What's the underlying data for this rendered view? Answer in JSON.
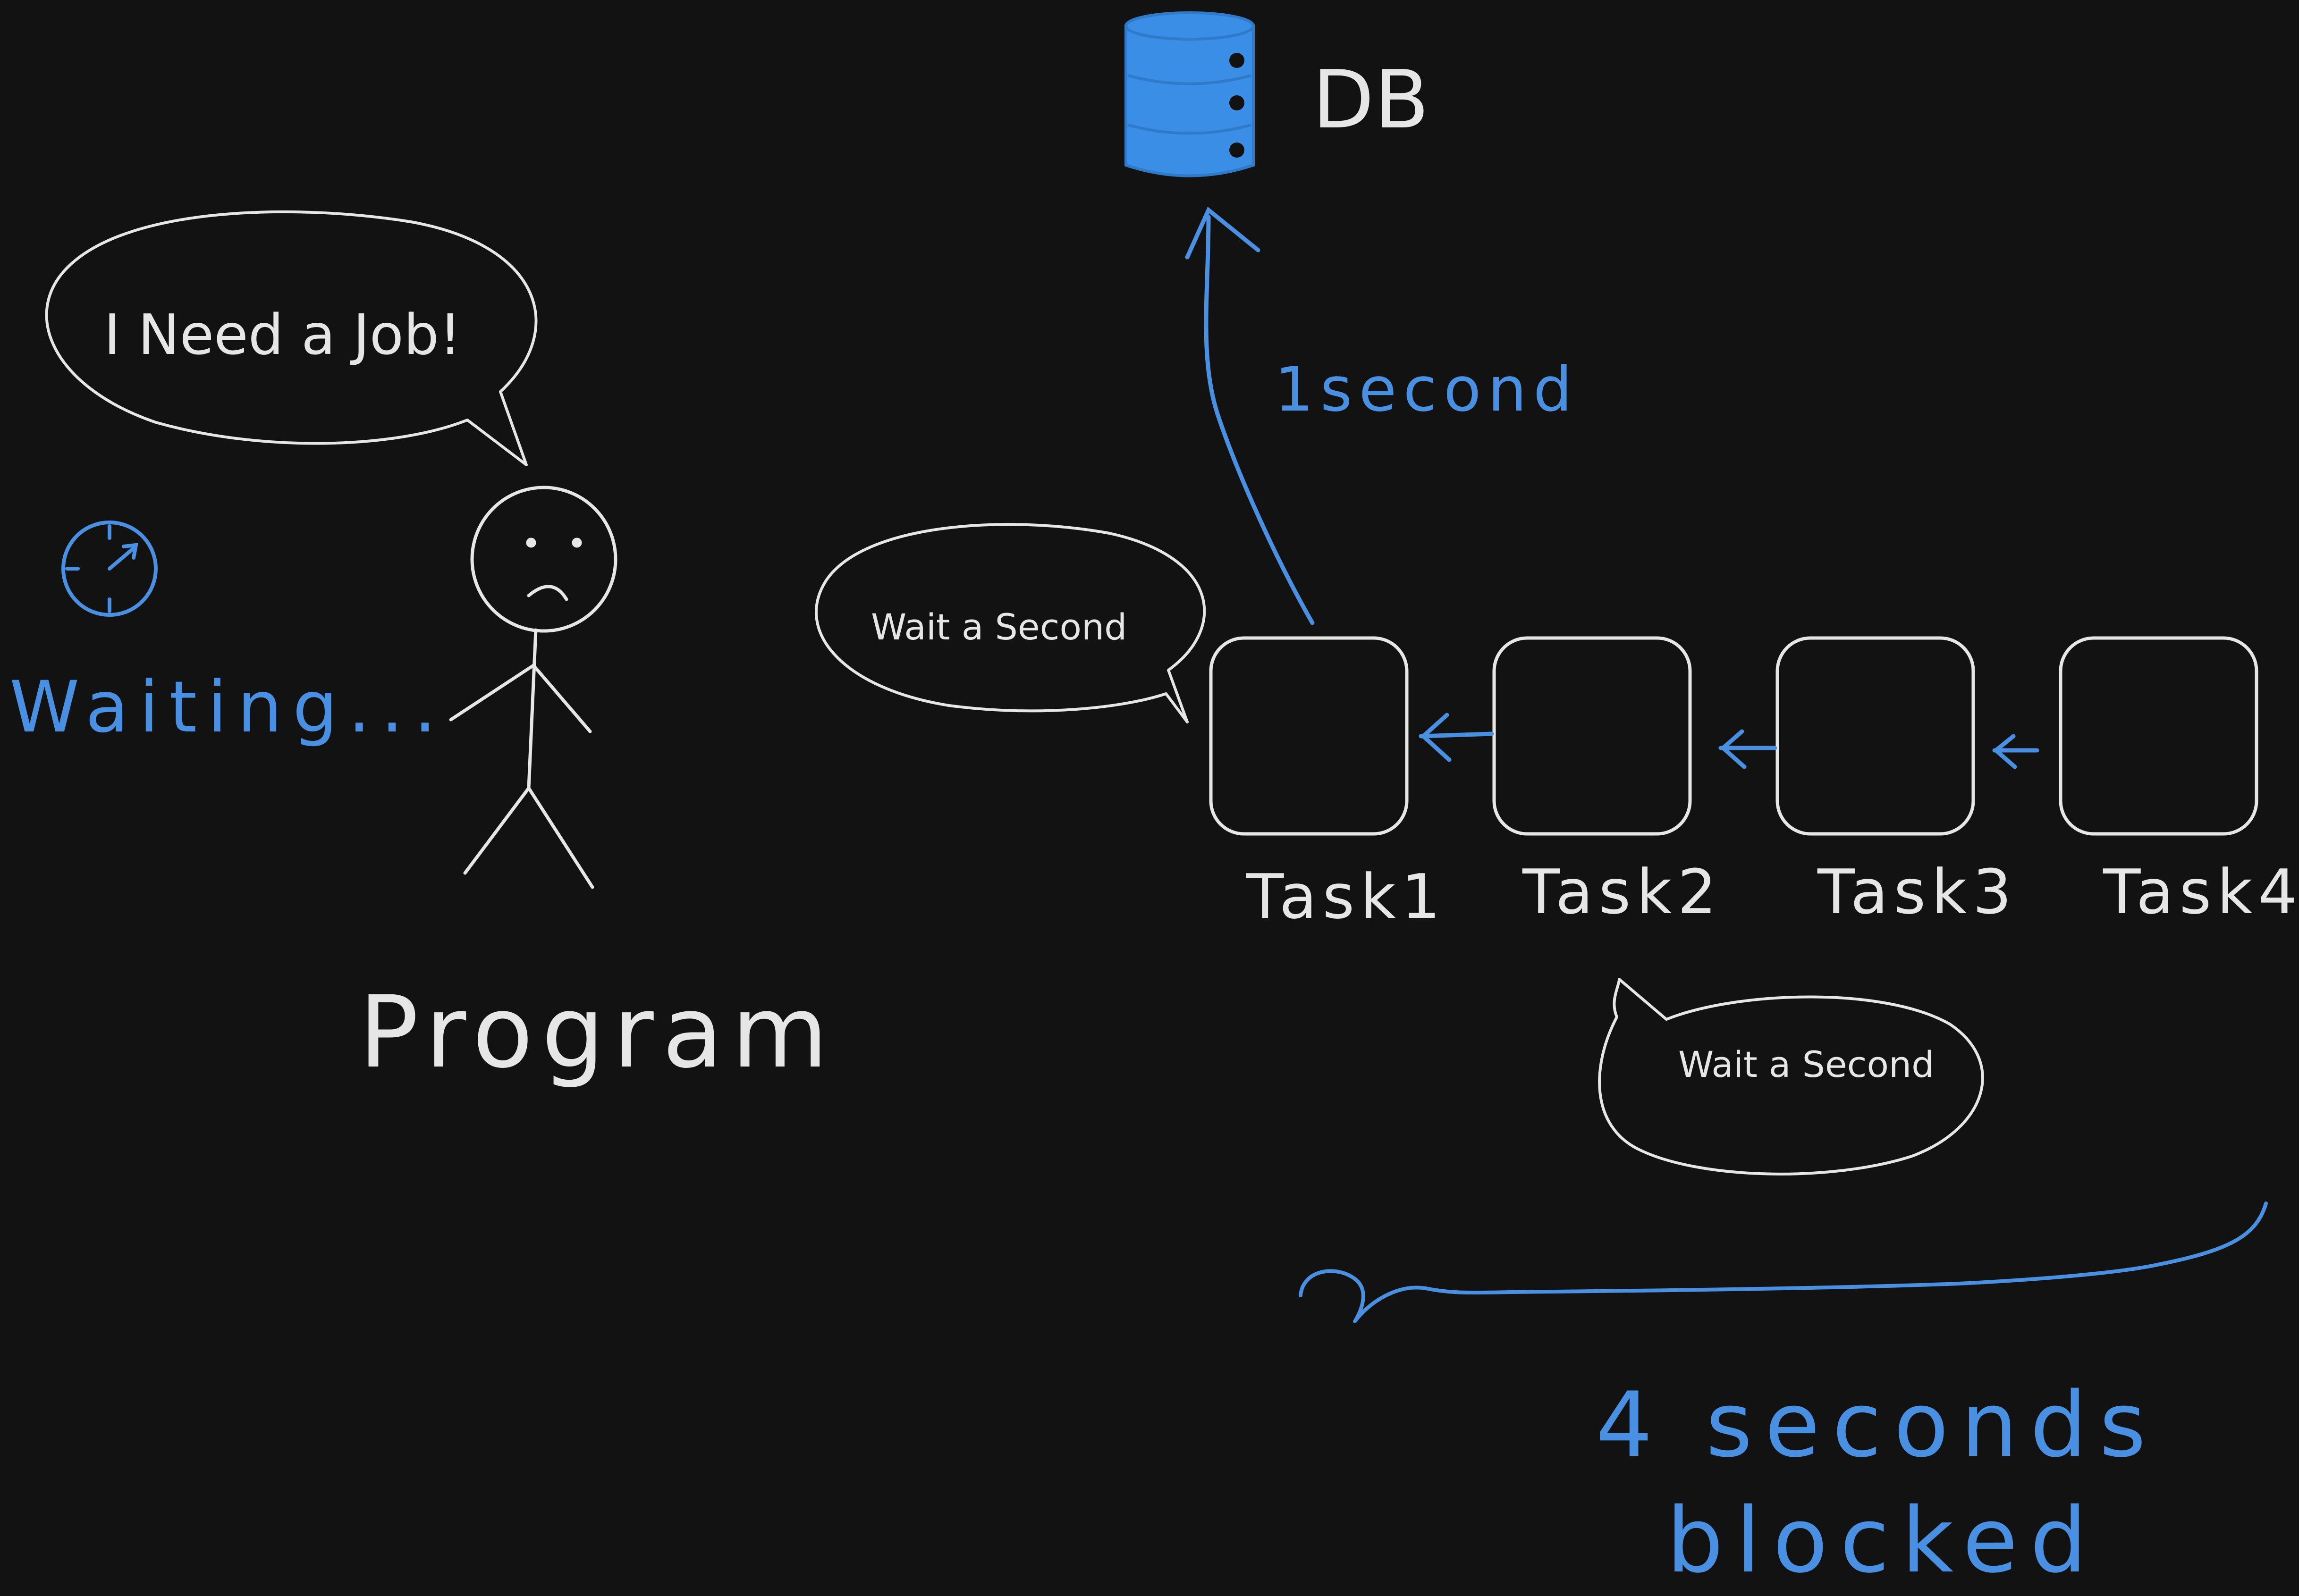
{
  "diagram": {
    "db_label": "DB",
    "speech_need_job": "I Need a Job!",
    "waiting_label": "Waiting...",
    "program_label": "Program",
    "duration_one": "1second",
    "speech_wait_top": "Wait a Second",
    "speech_wait_bottom": "Wait a Second",
    "tasks": [
      {
        "label": "Task1"
      },
      {
        "label": "Task2"
      },
      {
        "label": "Task3"
      },
      {
        "label": "Task4"
      }
    ],
    "total_duration": "4 seconds",
    "blocked_label": "blocked"
  },
  "colors": {
    "background": "#121212",
    "stroke_white": "#e6e6e6",
    "accent_blue": "#4a90e2",
    "db_fill": "#3a8ee6"
  },
  "icons": {
    "database": "database-cylinder-icon",
    "clock": "clock-icon",
    "person": "stick-figure"
  }
}
